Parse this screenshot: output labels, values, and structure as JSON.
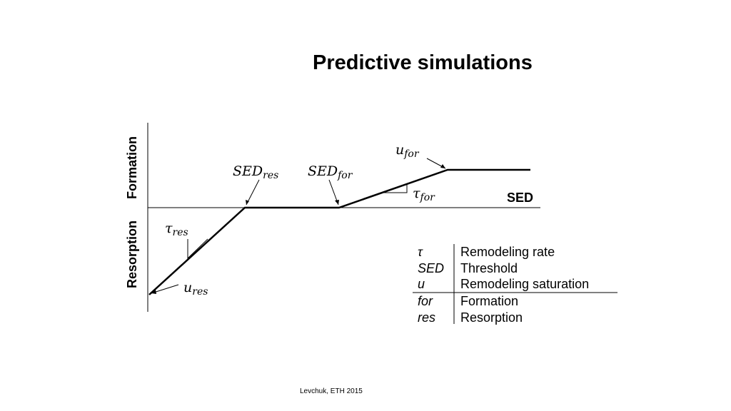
{
  "title": "Predictive simulations",
  "credit": "Levchuk, ETH 2015",
  "axes": {
    "x_label": "SED",
    "y_positive_label": "Formation",
    "y_negative_label": "Resorption"
  },
  "annotations": {
    "sed_res": {
      "base": "SED",
      "sub": "res"
    },
    "sed_for": {
      "base": "SED",
      "sub": "for"
    },
    "u_for": {
      "base": "u",
      "sub": "for"
    },
    "u_res": {
      "base": "u",
      "sub": "res"
    },
    "tau_for": {
      "base": "τ",
      "sub": "for"
    },
    "tau_res": {
      "base": "τ",
      "sub": "res"
    }
  },
  "legend": {
    "rows": [
      {
        "symbol": "τ",
        "description": "Remodeling rate"
      },
      {
        "symbol": "SED",
        "description": "Threshold"
      },
      {
        "symbol": "u",
        "description": "Remodeling saturation"
      },
      {
        "symbol": "for",
        "description": "Formation"
      },
      {
        "symbol": "res",
        "description": "Resorption"
      }
    ]
  }
}
